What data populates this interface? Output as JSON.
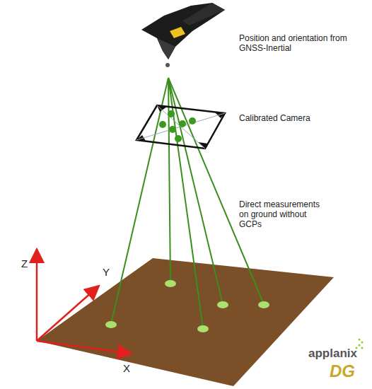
{
  "diagram": {
    "labels": [
      "Position and orientation from GNSS-Inertial",
      "Calibrated Camera",
      "Direct measurements on ground without GCPs",
      "Z",
      "Y",
      "X",
      "applanix",
      "DG"
    ]
  }
}
